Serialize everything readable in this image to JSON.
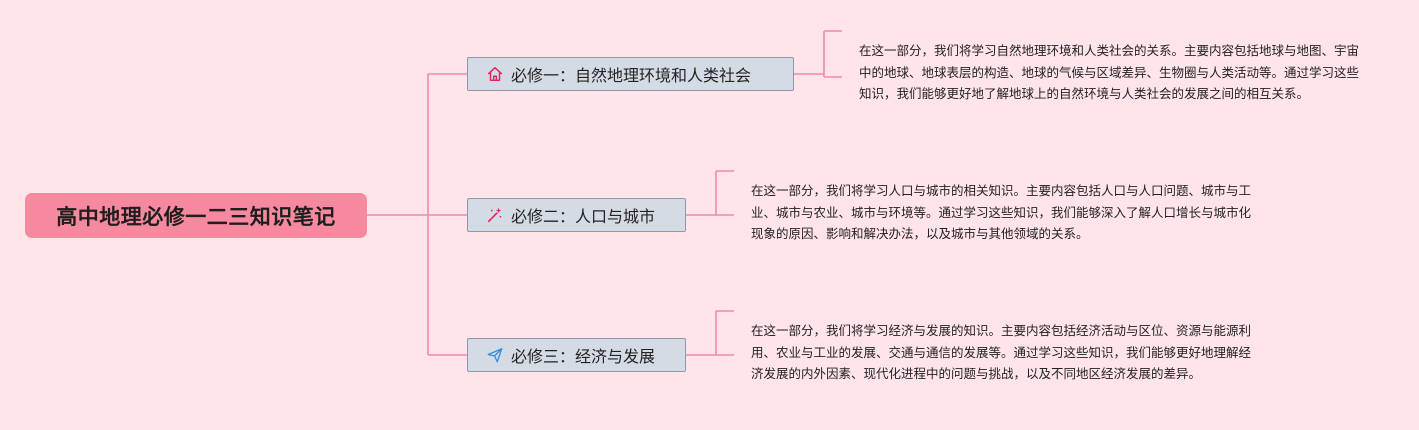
{
  "root": {
    "label": "高中地理必修一二三知识笔记"
  },
  "topics": [
    {
      "label": "必修一：自然地理环境和人类社会",
      "icon": "house-icon",
      "description": "在这一部分，我们将学习自然地理环境和人类社会的关系。主要内容包括地球与地图、宇宙中的地球、地球表层的构造、地球的气候与区域差异、生物圈与人类活动等。通过学习这些知识，我们能够更好地了解地球上的自然环境与人类社会的发展之间的相互关系。"
    },
    {
      "label": "必修二：人口与城市",
      "icon": "magic-wand-icon",
      "description": "在这一部分，我们将学习人口与城市的相关知识。主要内容包括人口与人口问题、城市与工业、城市与农业、城市与环境等。通过学习这些知识，我们能够深入了解人口增长与城市化现象的原因、影响和解决办法，以及城市与其他领域的关系。"
    },
    {
      "label": "必修三：经济与发展",
      "icon": "paper-plane-icon",
      "description": "在这一部分，我们将学习经济与发展的知识。主要内容包括经济活动与区位、资源与能源利用、农业与工业的发展、交通与通信的发展等。通过学习这些知识，我们能够更好地理解经济发展的内外因素、现代化进程中的问题与挑战，以及不同地区经济发展的差异。"
    }
  ],
  "colors": {
    "background": "#ffe4ea",
    "root_fill": "#f7899e",
    "connector": "#f08aa4",
    "topic_fill": "#d5dbe5",
    "topic_border": "#8d98a8",
    "icon": "#e0245e"
  }
}
